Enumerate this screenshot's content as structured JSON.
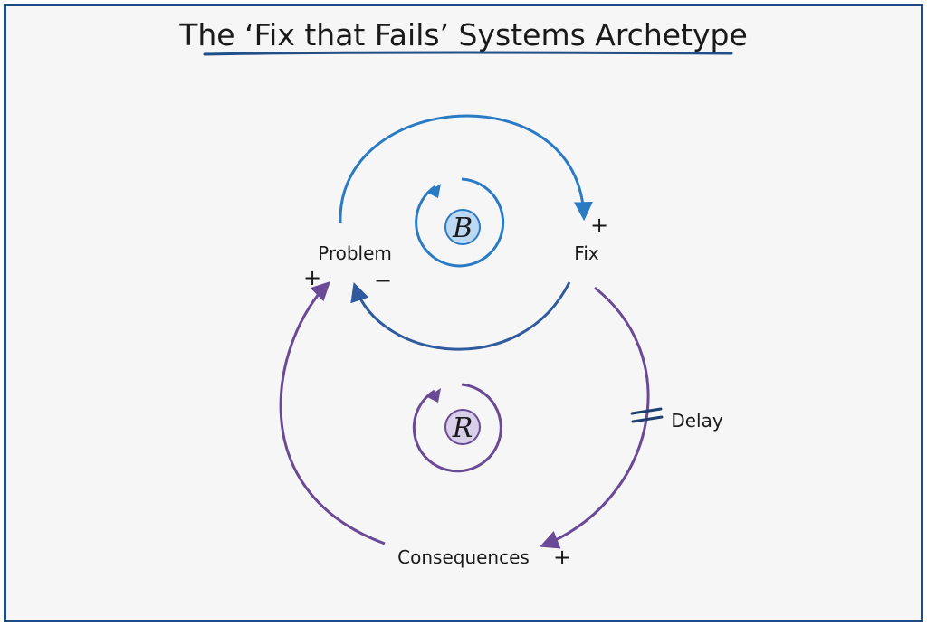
{
  "title": "The ‘Fix that Fails’ Systems Archetype",
  "nodes": {
    "problem": "Problem",
    "fix": "Fix",
    "consequences": "Consequences"
  },
  "signs": {
    "problem_to_fix": "+",
    "fix_to_problem": "−",
    "fix_to_consequences": "+",
    "consequences_to_problem": "+"
  },
  "delay_label": "Delay",
  "loops": {
    "balancing": "B",
    "reinforcing": "R"
  },
  "colors": {
    "border": "#1f4f86",
    "title_underline": "#1f4f86",
    "balancing_arrow": "#2a7bc4",
    "fix_to_problem_arrow": "#2f5b9e",
    "reinforcing_arrow": "#6a4a96",
    "balancing_badge_fill": "#bcd8f2",
    "reinforcing_badge_fill": "#d8cfe8"
  }
}
